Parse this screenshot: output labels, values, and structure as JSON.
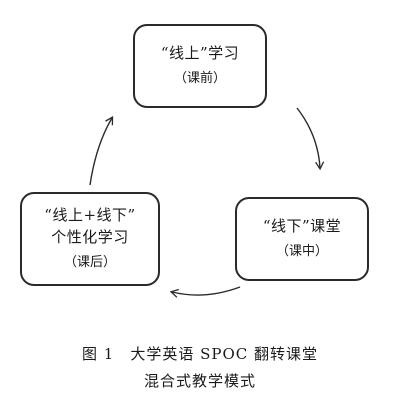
{
  "diagram": {
    "nodes": {
      "online": {
        "line1": "“线上”学习",
        "line2": "（课前）"
      },
      "offline": {
        "line1": "“线下”课堂",
        "line2": "（课中）"
      },
      "personal": {
        "line1": "“线上+线下”",
        "line2": "个性化学习",
        "line3": "（课后）"
      }
    },
    "edges": [
      {
        "from": "online",
        "to": "offline"
      },
      {
        "from": "offline",
        "to": "personal"
      },
      {
        "from": "personal",
        "to": "online"
      }
    ]
  },
  "caption": {
    "label": "图 1",
    "line1": "大学英语 SPOC 翻转课堂",
    "line2": "混合式教学模式"
  }
}
